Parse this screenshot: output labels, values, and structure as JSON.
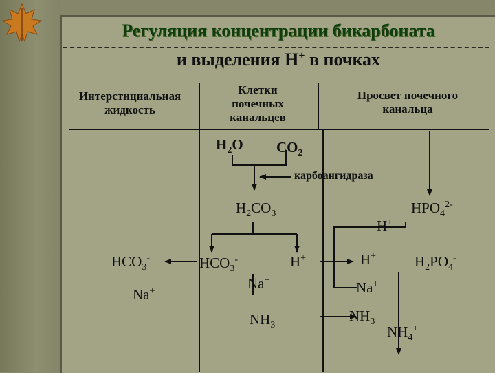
{
  "title": {
    "line1": "Регуляция концентрации бикарбоната",
    "line2_main": "и выделения H",
    "line2_sup": "+",
    "line2_tail": " в почках"
  },
  "columns": {
    "interstitial": [
      "Интерстициальная",
      "жидкость"
    ],
    "cells": [
      "Клетки",
      "почечных",
      "канальцев"
    ],
    "lumen": [
      "Просвет почечного",
      "канальца"
    ]
  },
  "species": {
    "h2o": {
      "main": "H",
      "sub": "2",
      "tail": "O"
    },
    "co2": {
      "main": "CO",
      "sub": "2"
    },
    "enzyme": "карбоангидраза",
    "h2co3": {
      "main": "H",
      "sub": "2",
      "mid": "CO",
      "sub2": "3"
    },
    "hpo4": {
      "main": "HPO",
      "sub": "4",
      "sup": "2-"
    },
    "h_upper": {
      "main": "H",
      "sup": "+"
    },
    "hco3_left": {
      "main": "HCO",
      "sub": "3",
      "sup": "-"
    },
    "hco3_mid": {
      "main": "HCO",
      "sub": "3",
      "sup": "-"
    },
    "h_cell": {
      "main": "H",
      "sup": "+"
    },
    "h_lumen": {
      "main": "H",
      "sup": "+"
    },
    "h2po4": {
      "main": "H",
      "sub": "2",
      "mid": "PO",
      "sub2": "4",
      "sup": "-"
    },
    "na_left": {
      "main": "Na",
      "sup": "+"
    },
    "na_cell": {
      "main": "Na",
      "sup": "+"
    },
    "na_lumen": {
      "main": "Na",
      "sup": "+"
    },
    "nh3_cell": {
      "main": "NH",
      "sub": "3"
    },
    "nh3_lumen": {
      "main": "NH",
      "sub": "3"
    },
    "nh4": {
      "main": "NH",
      "sub": "4",
      "sup": "+"
    }
  }
}
